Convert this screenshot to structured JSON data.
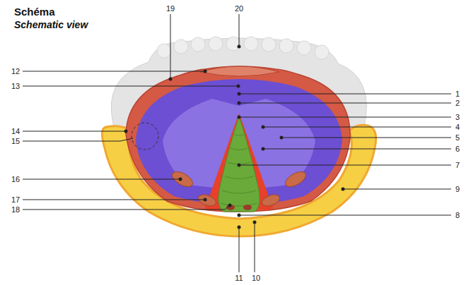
{
  "diagram": {
    "title": "Schéma",
    "labels": [
      "Schematic view",
      "19",
      "20",
      "12",
      "13",
      "1",
      "2",
      "3",
      "4",
      "5",
      "6",
      "14",
      "15",
      "7",
      "16",
      "9",
      "17",
      "8",
      "18",
      "11",
      "10"
    ]
  }
}
